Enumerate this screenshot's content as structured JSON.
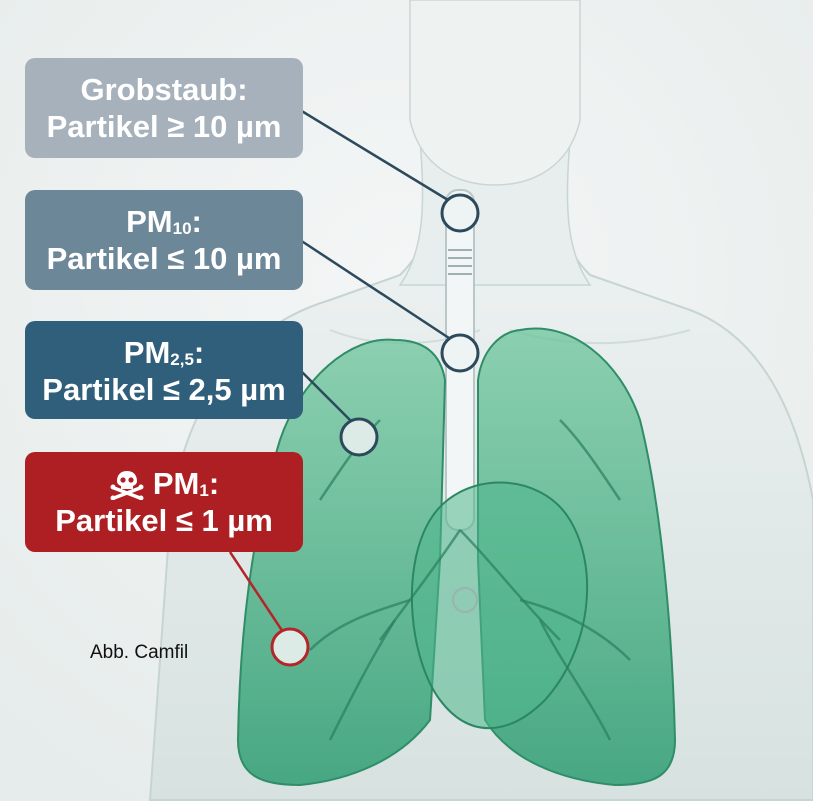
{
  "labels": {
    "coarse_dust": {
      "line1": "Grobstaub:",
      "line2": "Partikel ≥ 10 µm"
    },
    "pm10": {
      "prefix": "PM",
      "sub": "10",
      "suffix": ":",
      "line2": "Partikel ≤ 10 µm"
    },
    "pm25": {
      "prefix": "PM",
      "sub": "2,5",
      "suffix": ":",
      "line2": "Partikel ≤ 2,5 µm"
    },
    "pm1": {
      "prefix": "PM",
      "sub": "1",
      "suffix": ":",
      "line2": "Partikel ≤ 1 µm",
      "icon": "skull-crossbones-icon"
    }
  },
  "credit": "Abb. Camfil",
  "colors": {
    "coarse_dust": "#a7b1bc",
    "pm10": "#6c8798",
    "pm25": "#2f5f7a",
    "pm1": "#ad1f23",
    "lungs": "#3fae82",
    "body": "#dfe7e6"
  }
}
